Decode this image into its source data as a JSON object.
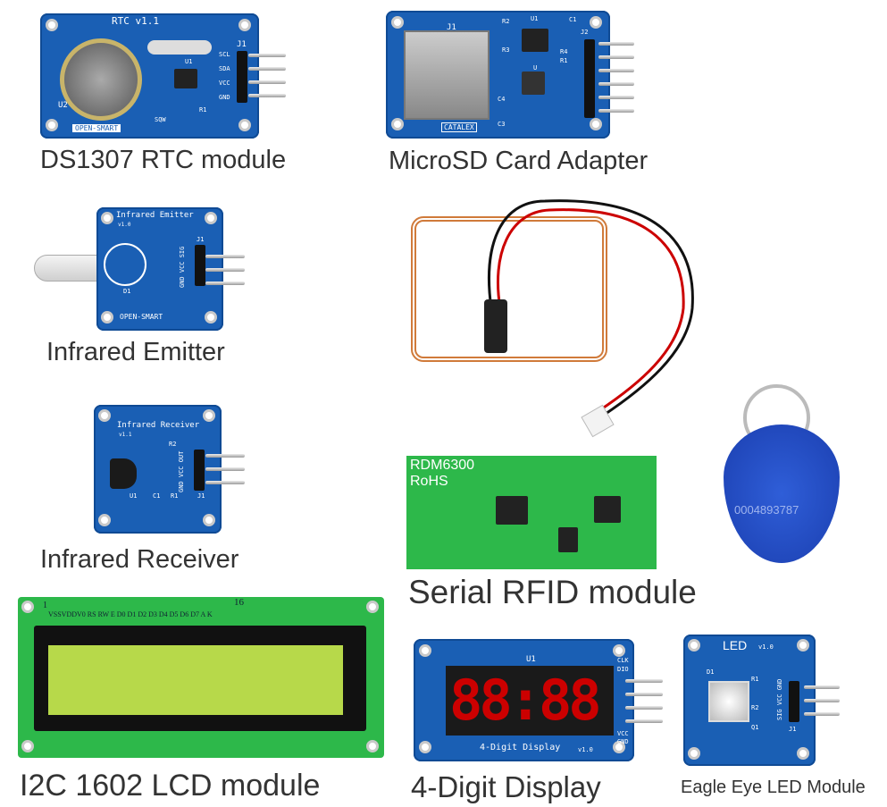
{
  "modules": [
    {
      "caption": "DS1307 RTC module",
      "silk": [
        "RTC v1.1",
        "J1",
        "SCL",
        "SDA",
        "VCC",
        "GND",
        "U2",
        "U1",
        "SQW",
        "R1",
        "OPEN-SMART"
      ]
    },
    {
      "caption": "MicroSD Card Adapter",
      "silk": [
        "J1",
        "R2",
        "U1",
        "C1",
        "J2",
        "R3",
        "R4",
        "R1",
        "U",
        "C4",
        "C3",
        "CATALEX"
      ]
    },
    {
      "caption": "Infrared Emitter",
      "silk": [
        "Infrared Emitter",
        "v1.0",
        "J1",
        "GND VCC SIG",
        "D1",
        "OPEN-SMART"
      ]
    },
    {
      "caption": "Infrared Receiver",
      "silk": [
        "Infrared Receiver",
        "v1.1",
        "R2",
        "GND VCC OUT",
        "U1",
        "C1",
        "R1",
        "J1"
      ]
    },
    {
      "caption": "Serial RFID module",
      "silk": [
        "RDM6300",
        "RoHS"
      ]
    },
    {
      "caption": "I2C 1602 LCD module",
      "silk": [
        "1",
        "16",
        "VSSVDDV0 RS RW E D0 D1 D2 D3 D4 D5 D6 D7 A K"
      ]
    },
    {
      "caption": "4-Digit Display",
      "silk": [
        "U1",
        "CLK",
        "DIO",
        "VCC",
        "GND",
        "4-Digit Display",
        "v1.0"
      ],
      "digits": "88:88"
    },
    {
      "caption": "Eagle Eye LED Module",
      "silk": [
        "LED",
        "v1.0",
        "D1",
        "R1",
        "R2",
        "Q1",
        "J1",
        "SIG VCC GND"
      ]
    }
  ],
  "keyfob": {
    "number": "0004893787"
  },
  "colors": {
    "pcb_blue": "#1a5fb4",
    "pcb_green": "#2db84a",
    "lcd_green": "#b7d94a",
    "coil": "#d07a3a",
    "digit_red": "#cc0000"
  }
}
